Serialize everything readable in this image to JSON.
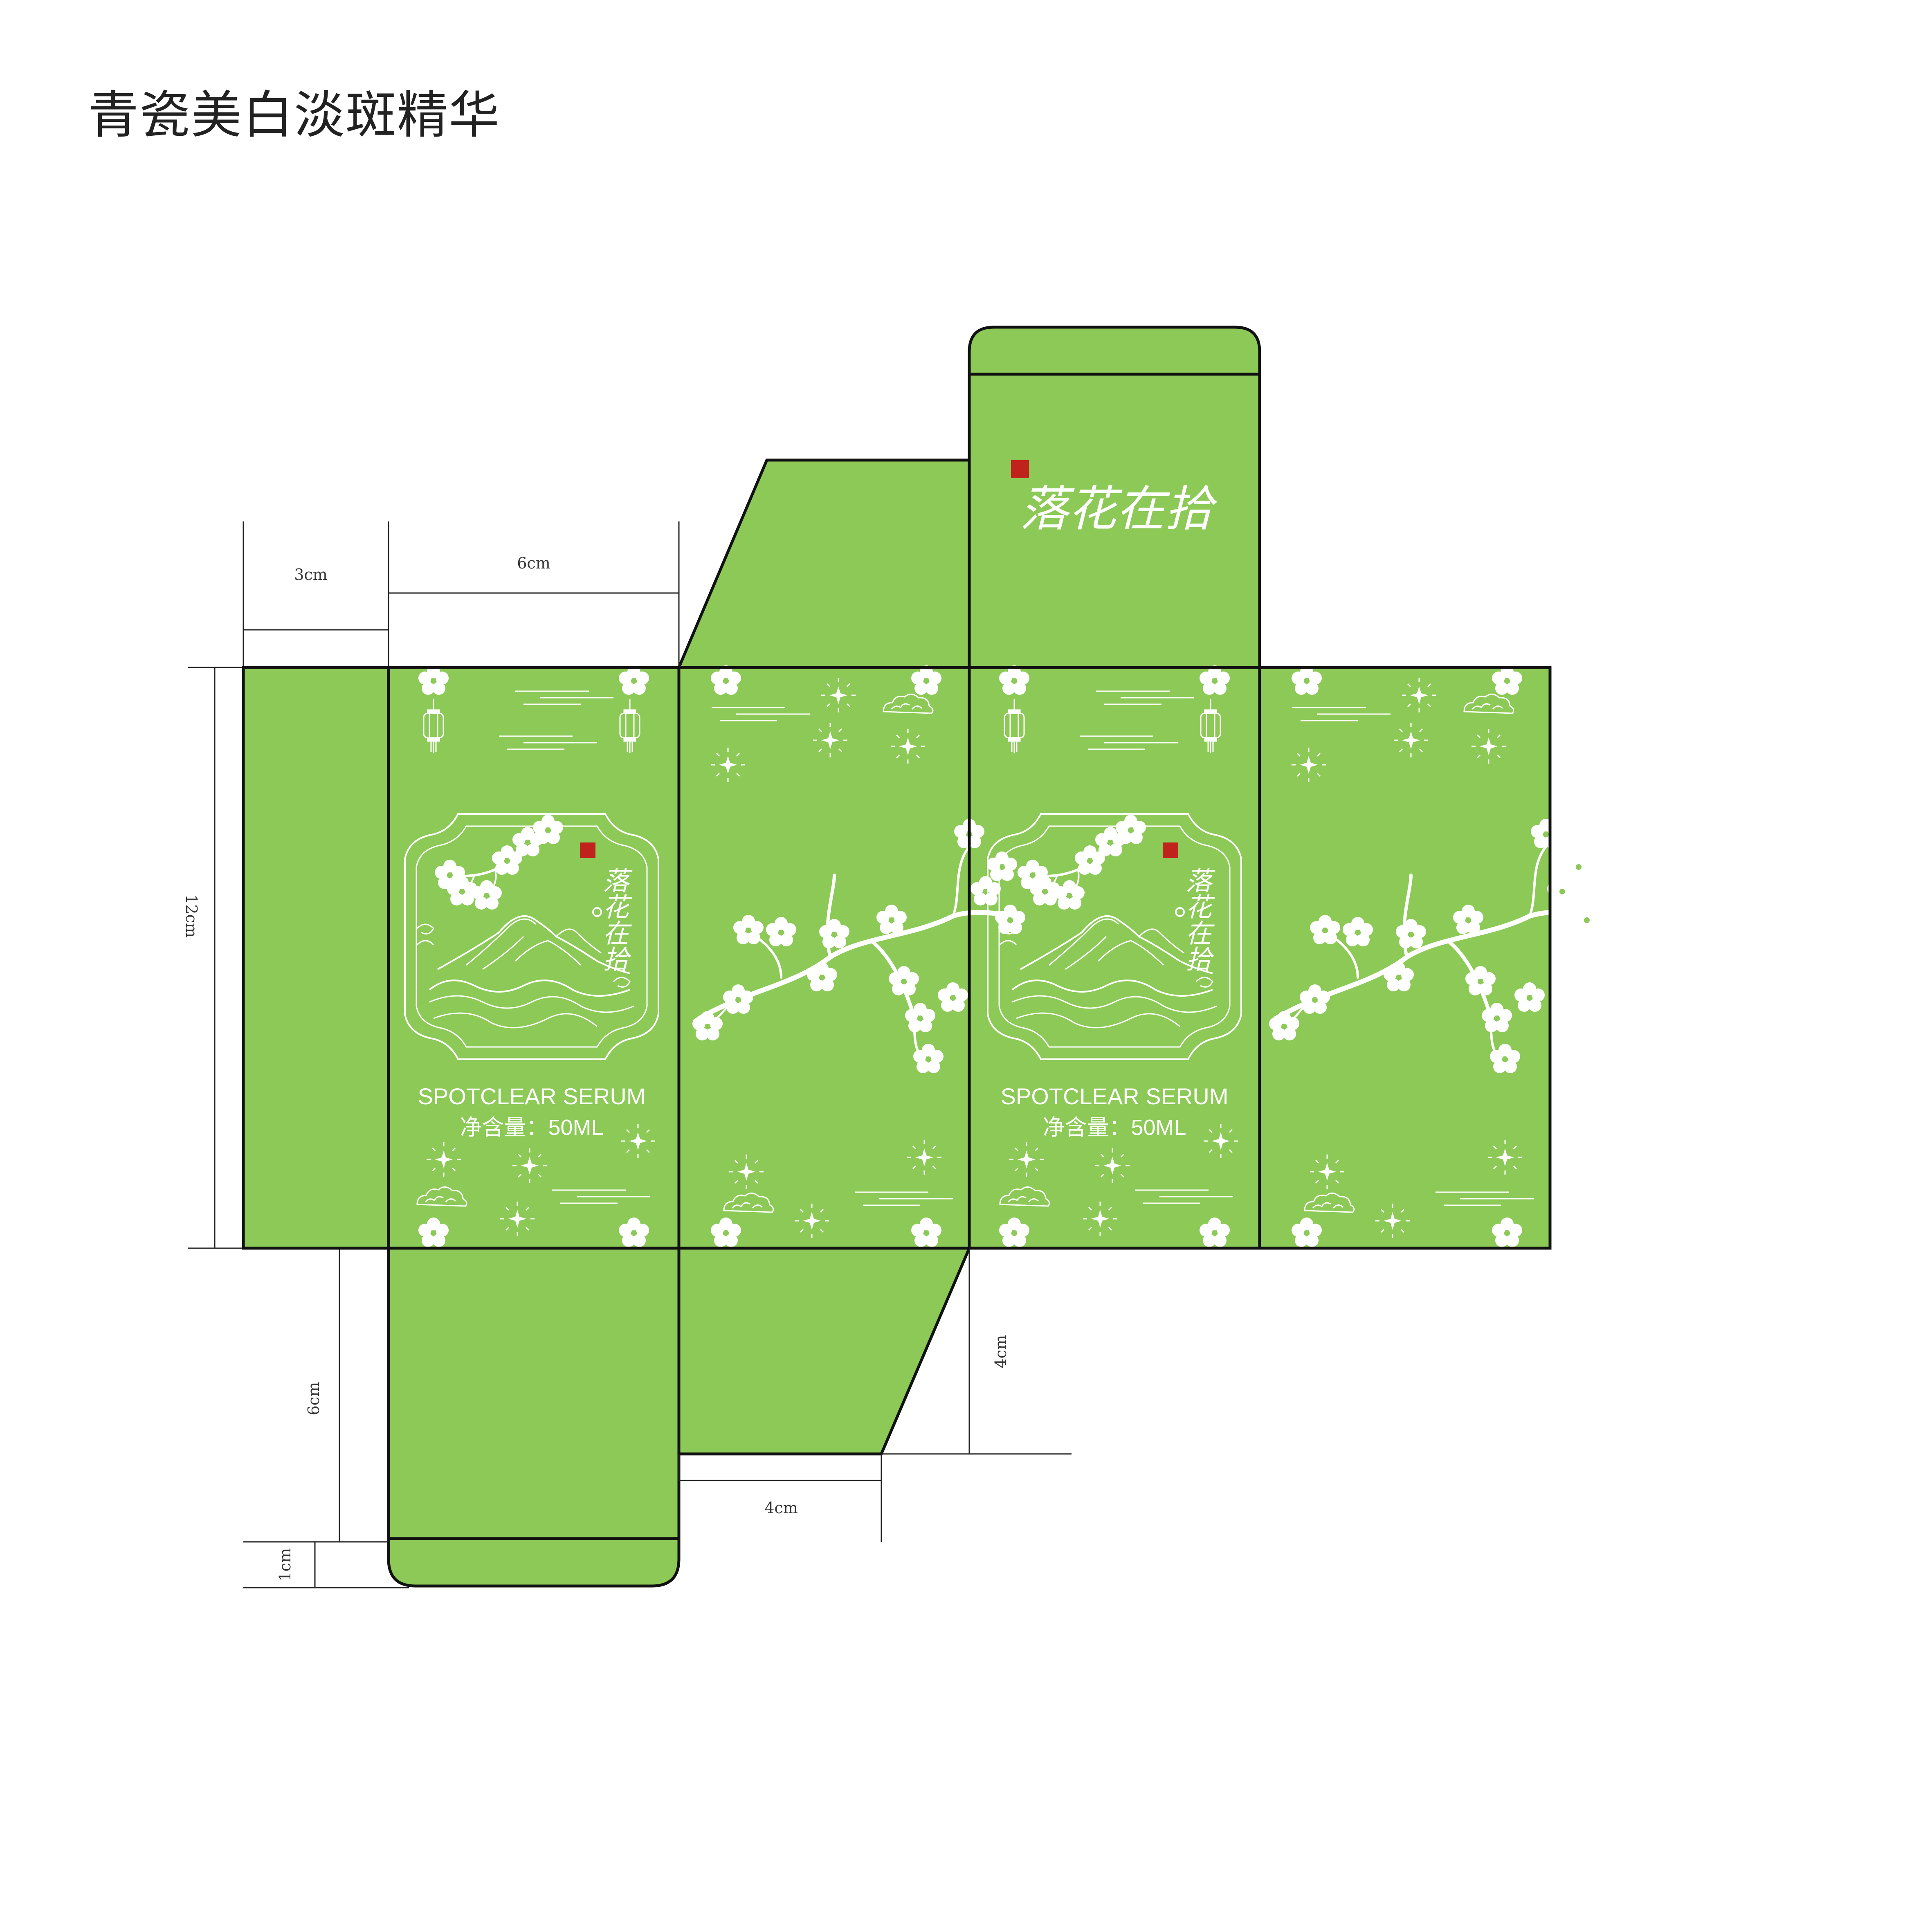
{
  "title": "青瓷美白淡斑精华",
  "brand": "落花在拾",
  "front_panel": {
    "product_name": "SPOTCLEAR SERUM",
    "volume": "净含量：50ML"
  },
  "dimensions": {
    "glue_flap_width": "3cm",
    "panel_width": "6cm",
    "height": "12cm",
    "bottom_tuck": "6cm",
    "tab": "1cm",
    "dust_flap_depth": "4cm",
    "dust_flap_width": "4cm"
  },
  "colors": {
    "panel_fill": "#8cc957",
    "outline": "#111111",
    "artwork": "#ffffff",
    "seal": "#c0221c"
  }
}
